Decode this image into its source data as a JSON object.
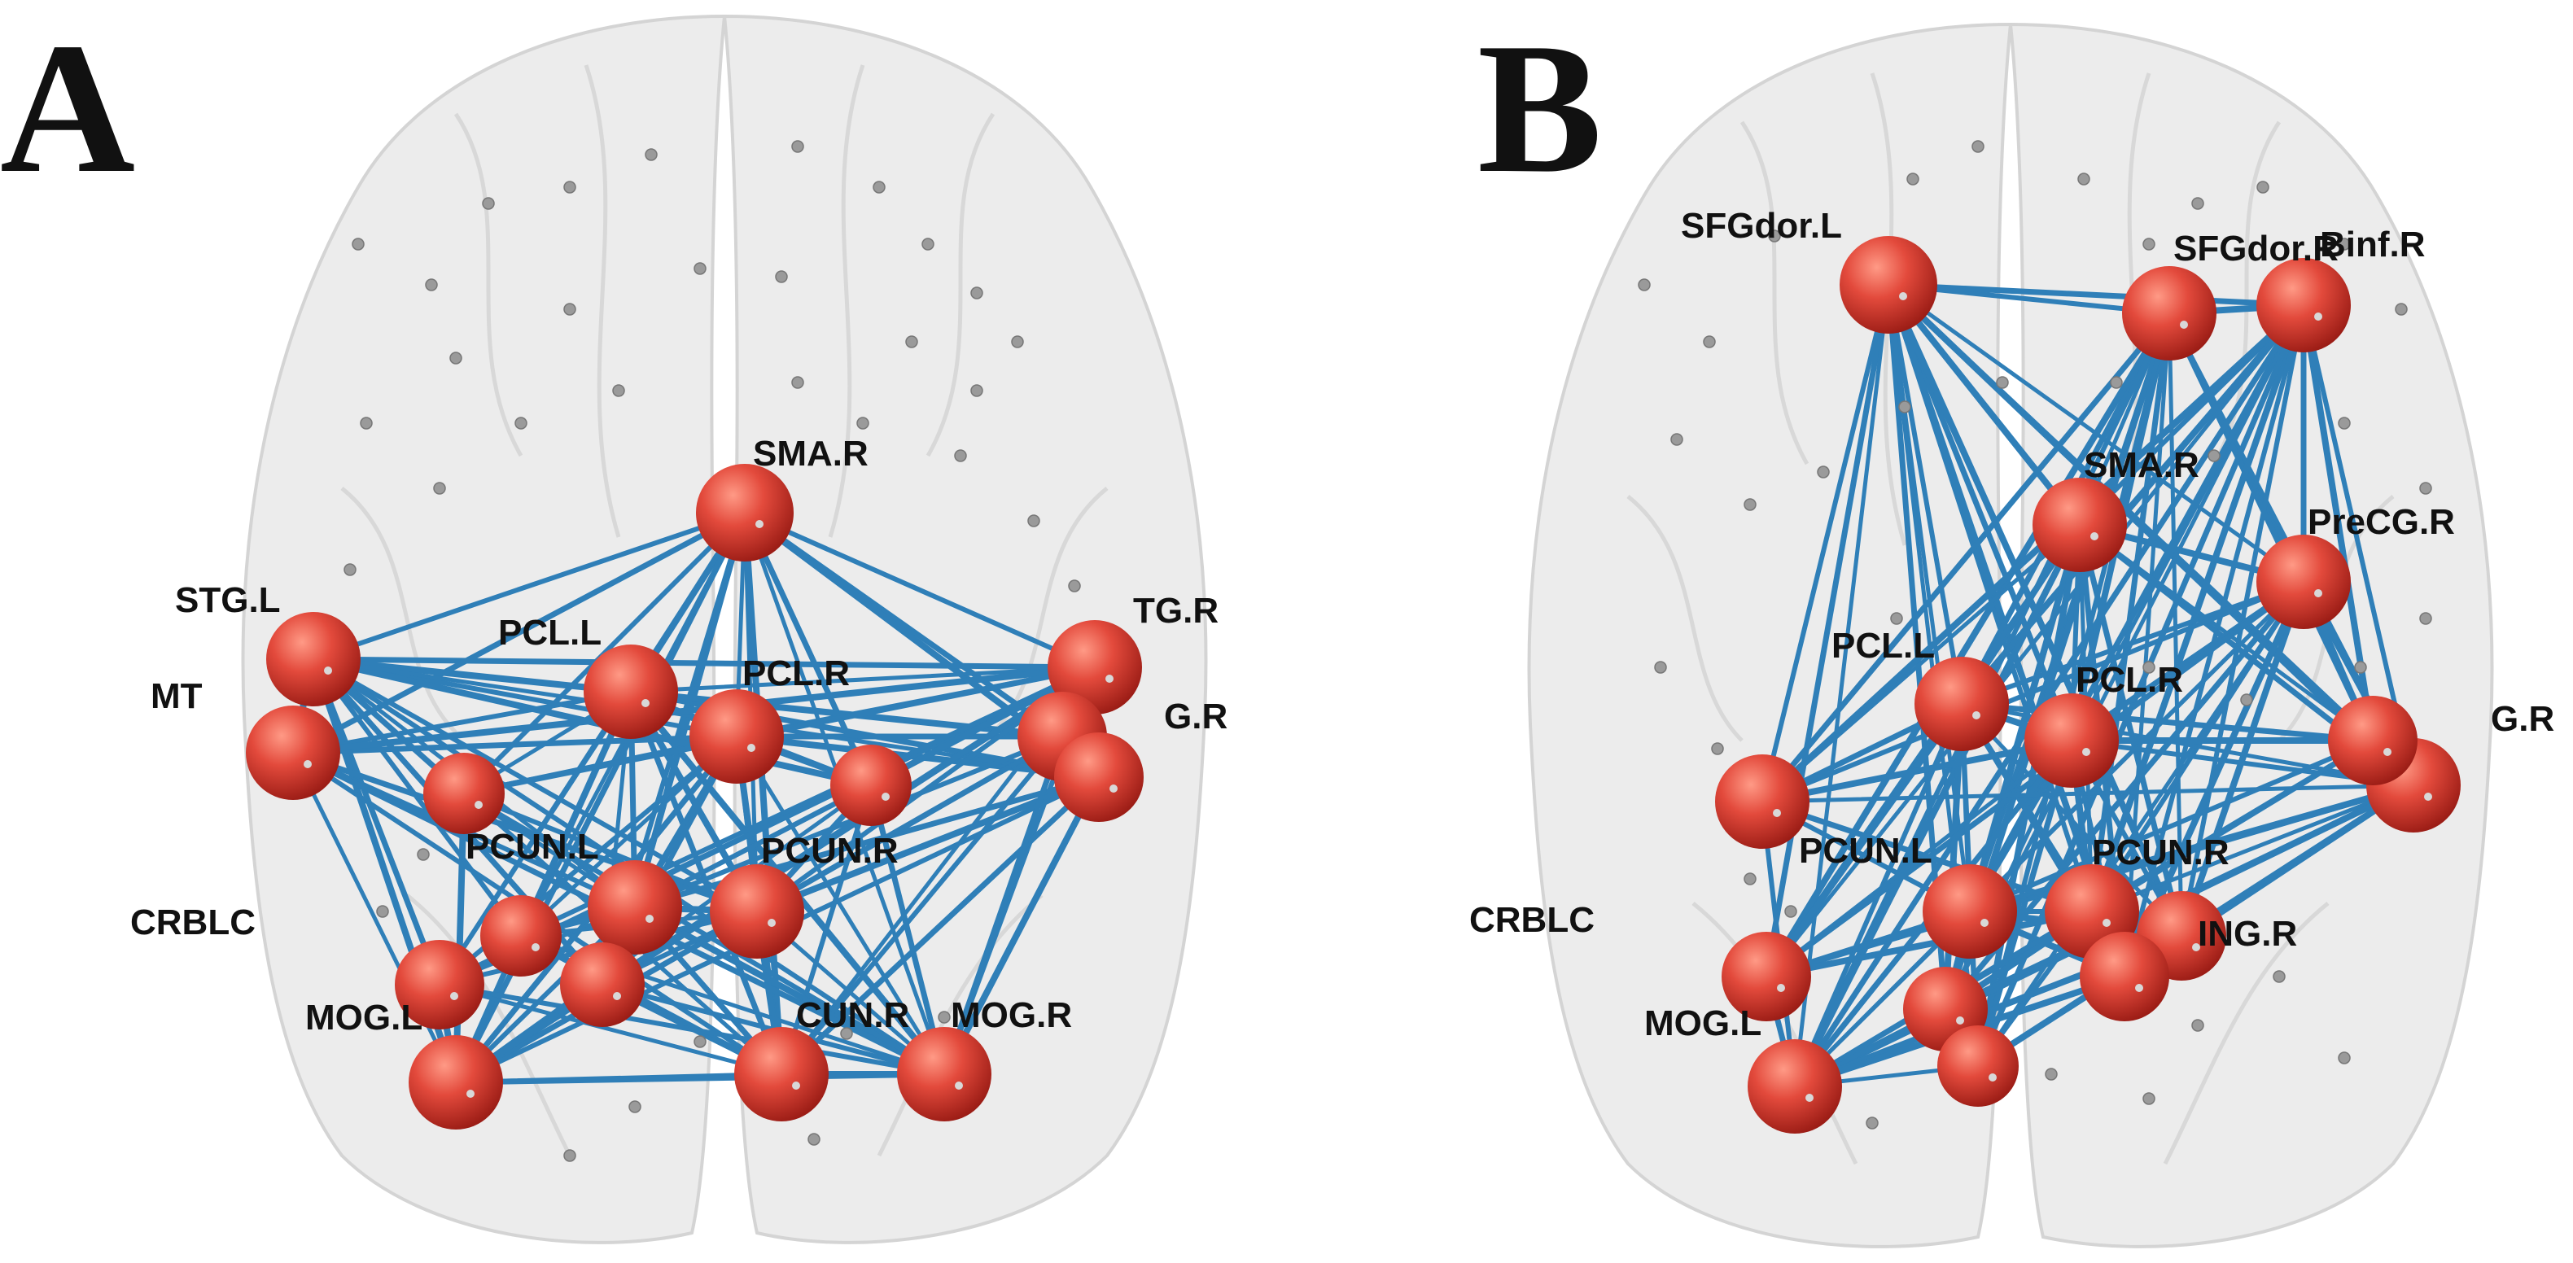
{
  "panels": [
    {
      "letter": "A",
      "nodes": [
        {
          "label": "SMA.R",
          "hub": true
        },
        {
          "label": "STG.L",
          "hub": true
        },
        {
          "label": "MT",
          "hub": true
        },
        {
          "label": "PCL.L",
          "hub": true
        },
        {
          "label": "PCL.R",
          "hub": true
        },
        {
          "label": "TG.R",
          "hub": true
        },
        {
          "label": "G.R",
          "hub": true
        },
        {
          "label": "PCUN.L",
          "hub": true
        },
        {
          "label": "PCUN.R",
          "hub": true
        },
        {
          "label": "CRBLC",
          "hub": true
        },
        {
          "label": "MOG.L",
          "hub": true
        },
        {
          "label": "CUN.R",
          "hub": true
        },
        {
          "label": "MOG.R",
          "hub": true
        },
        {
          "label": "",
          "hub": true
        },
        {
          "label": "",
          "hub": true
        },
        {
          "label": "",
          "hub": true
        },
        {
          "label": "",
          "hub": true
        },
        {
          "label": "",
          "hub": true
        }
      ]
    },
    {
      "letter": "B",
      "nodes": [
        {
          "label": "SFGdor.L",
          "hub": true
        },
        {
          "label": "SFGdor.R",
          "hub": true
        },
        {
          "label": "Binf.R",
          "hub": true
        },
        {
          "label": "SMA.R",
          "hub": true
        },
        {
          "label": "PreCG.R",
          "hub": true
        },
        {
          "label": "PCL.L",
          "hub": true
        },
        {
          "label": "PCL.R",
          "hub": true
        },
        {
          "label": "G.R",
          "hub": true
        },
        {
          "label": "PCUN.L",
          "hub": true
        },
        {
          "label": "PCUN.R",
          "hub": true
        },
        {
          "label": "CRBLC",
          "hub": true
        },
        {
          "label": "ING.R",
          "hub": true
        },
        {
          "label": "MOG.L",
          "hub": true
        },
        {
          "label": "",
          "hub": true
        },
        {
          "label": "",
          "hub": true
        },
        {
          "label": "",
          "hub": true
        },
        {
          "label": "",
          "hub": true
        },
        {
          "label": "",
          "hub": true
        }
      ]
    }
  ],
  "colors": {
    "hub_node": "#e0453a",
    "edge": "#2f7fb8",
    "small_node": "#9a9a9a",
    "brain": "#ececec"
  }
}
